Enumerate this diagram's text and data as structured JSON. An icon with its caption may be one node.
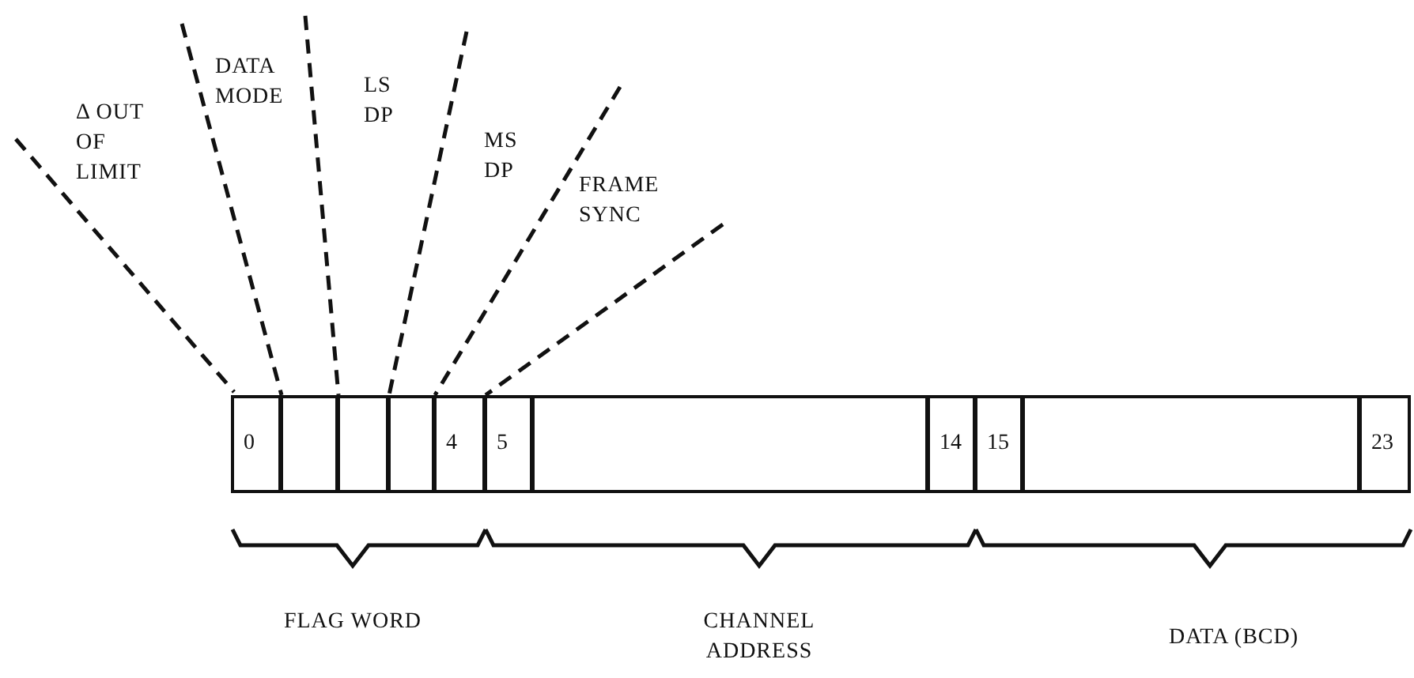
{
  "diagram": {
    "nodes": [
      {
        "text": [
          "0"
        ]
      },
      {
        "text": [],
        "shape": "box"
      },
      {
        "text": [],
        "shape": "box"
      },
      {
        "text": [],
        "shape": "box"
      },
      {
        "text": [
          "4"
        ]
      },
      {
        "text": [
          "5"
        ]
      },
      {
        "text": [],
        "shape": "box"
      },
      {
        "text": [
          "14"
        ]
      },
      {
        "text": [
          "15"
        ]
      },
      {
        "text": [],
        "shape": "box"
      },
      {
        "text": [
          "23"
        ]
      }
    ],
    "labels": [
      "Δ OUT OF LIMIT",
      "DATA MODE",
      "LS DP",
      "MS DP",
      "FRAME SYNC",
      "FLAG WORD",
      "CHANNEL ADDRESS",
      "DATA (BCD)"
    ]
  }
}
